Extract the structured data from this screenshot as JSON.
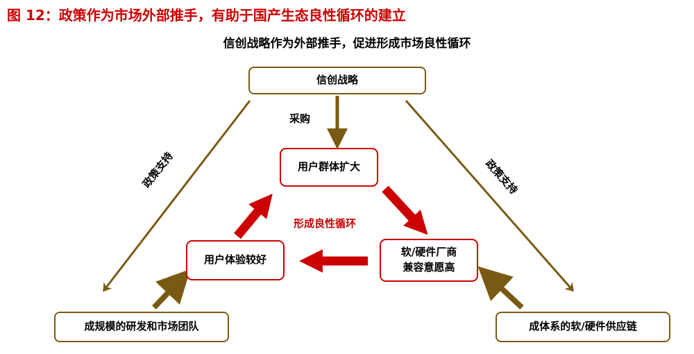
{
  "header": {
    "title": "图 12：政策作为市场外部推手，有助于国产生态良性循环的建立",
    "subtitle": "信创战略作为外部推手，促进形成市场良性循环"
  },
  "nodes": {
    "top": "信创战略",
    "user_group": "用户群体扩大",
    "vendor_line1": "软/硬件厂商",
    "vendor_line2": "兼容意愿高",
    "user_experience": "用户体验较好",
    "bottom_left": "成规模的研发和市场团队",
    "bottom_right": "成体系的软/硬件供应链"
  },
  "labels": {
    "procurement": "采购",
    "policy_left": "政策支持",
    "policy_right": "政策支持",
    "cycle": "形成良性循环"
  },
  "colors": {
    "gold": "#7a5a12",
    "red": "#cc0000"
  }
}
